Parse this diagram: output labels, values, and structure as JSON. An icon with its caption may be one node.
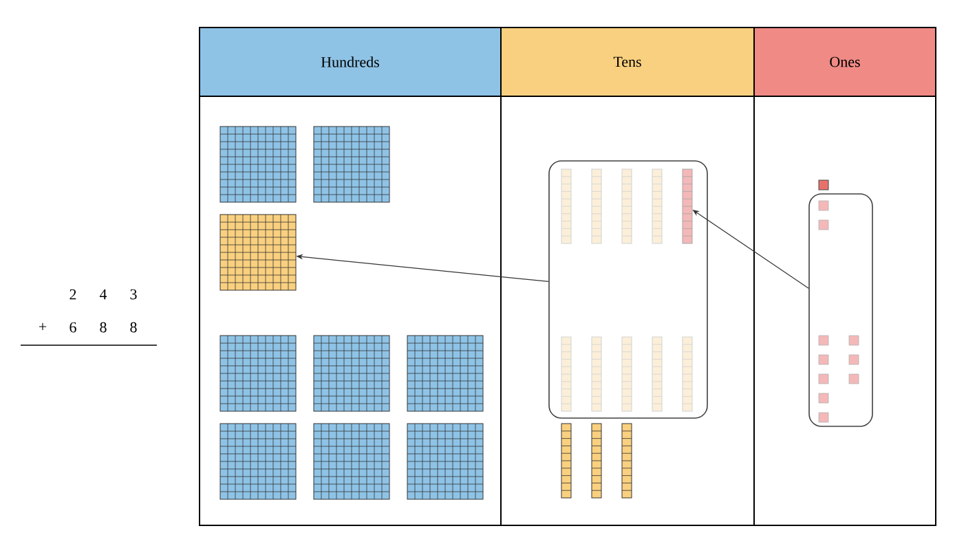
{
  "diagram": {
    "nodes": [
      {
        "text": [
          "Hundreds"
        ]
      },
      {
        "text": [
          "Tens"
        ]
      },
      {
        "text": [
          "Ones"
        ]
      },
      {
        "text": [],
        "shape": "box"
      },
      {
        "text": [],
        "shape": "box"
      },
      {
        "text": [],
        "shape": "picture"
      },
      {
        "text": [],
        "shape": "picture",
        "in": 3
      }
    ],
    "edges": [
      {
        "from": 3,
        "to": 5,
        "arrow": "to"
      },
      {
        "from": 4,
        "to": 6,
        "arrow": "to"
      }
    ],
    "labels": [
      "2",
      "4",
      "3",
      "+",
      "6",
      "8",
      "8"
    ]
  }
}
